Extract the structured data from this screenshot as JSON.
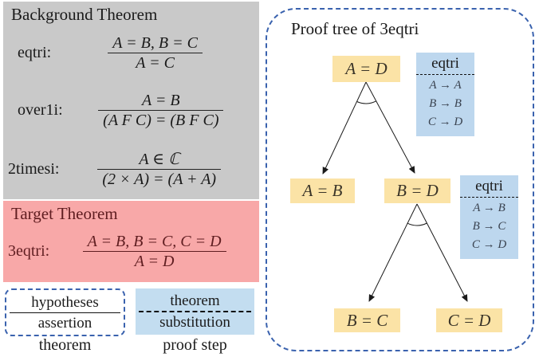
{
  "background_panel": {
    "title": "Background Theorem",
    "theorems": [
      {
        "name": "eqtri:",
        "hypotheses": "A = B, B = C",
        "assertion": "A = C"
      },
      {
        "name": "over1i:",
        "hypotheses": "A = B",
        "assertion": "(A F C) = (B F C)"
      },
      {
        "name": "2timesi:",
        "hypotheses": "A ∈ ℂ",
        "assertion": "(2 × A) = (A + A)"
      }
    ]
  },
  "target_panel": {
    "title": "Target Theorem",
    "theorems": [
      {
        "name": "3eqtri:",
        "hypotheses": "A = B, B = C, C = D",
        "assertion": "A = D"
      }
    ]
  },
  "legend": {
    "theorem_box": {
      "top": "hypotheses",
      "bottom": "assertion",
      "caption": "theorem"
    },
    "proof_step_box": {
      "top": "theorem",
      "bottom": "substitution",
      "caption": "proof step"
    }
  },
  "proof_tree": {
    "title": "Proof tree of 3eqtri",
    "nodes": [
      {
        "id": "root",
        "label": "A = D"
      },
      {
        "id": "left",
        "label": "A = B"
      },
      {
        "id": "mid",
        "label": "B = D"
      },
      {
        "id": "leaf-left",
        "label": "B = C"
      },
      {
        "id": "leaf-right",
        "label": "C = D"
      }
    ],
    "steps": [
      {
        "theorem": "eqtri",
        "substitutions": [
          "A → A",
          "B → B",
          "C → D"
        ]
      },
      {
        "theorem": "eqtri",
        "substitutions": [
          "A → B",
          "B → C",
          "C → D"
        ]
      }
    ]
  },
  "colors": {
    "background_panel_bg": "#c9c9c9",
    "target_panel_bg": "#f8a8a8",
    "target_text": "#5f1d20",
    "node_bg": "#fbe3a6",
    "step_bg": "#bdd7ee",
    "dashed_border_blue": "#3a62ae"
  }
}
